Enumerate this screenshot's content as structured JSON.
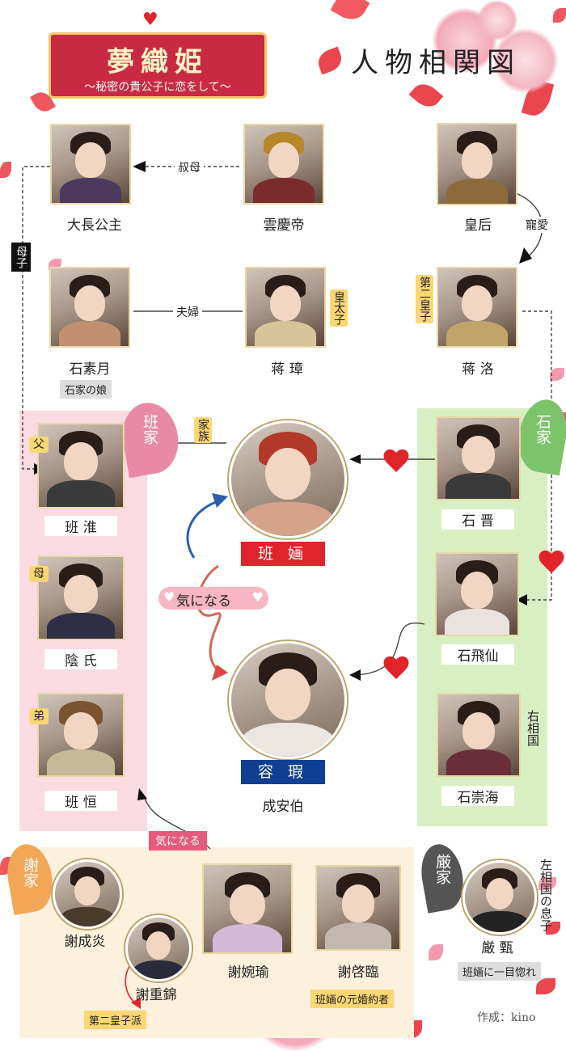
{
  "title": {
    "main": "夢織姫",
    "sub": "～秘密の貴公子に恋をして～"
  },
  "heading": "人物相関図",
  "credit": "作成：kino",
  "colors": {
    "red": "#e1242c",
    "blue": "#0e3f93",
    "pink_bg": "#fadbe1",
    "green_bg": "#d8efc4",
    "cream_bg": "#fdf0dc",
    "gold": "#fbd774"
  },
  "families": {
    "ban": "班家",
    "seki": "石家",
    "sha": "謝家",
    "gen": "厳家"
  },
  "characters": {
    "daichoukoushu": "大長公主",
    "unkeitei": "雲慶帝",
    "kougou": "皇后",
    "sekisogetsu": "石素月",
    "shoushou": "蒋 璋",
    "shouraku": "蒋 洛",
    "banwai": "班 淮",
    "inshi": "陰 氏",
    "bankou": "班 恒",
    "banben": "班 婳",
    "yoka": "容 瑕",
    "sekishin": "石 晋",
    "sekihisen": "石飛仙",
    "sekisuukai": "石崇海",
    "shaseien": "謝成炎",
    "shajuukin": "謝重錦",
    "shawanyu": "謝婉瑜",
    "shakeirin": "謝啓臨",
    "genshin": "厳 甄"
  },
  "labels": {
    "shukubo": "叔母",
    "boshi": "母子",
    "choai": "寵愛",
    "fufu": "夫婦",
    "kotaishi": "皇太子",
    "dainioji": "第二皇子",
    "sekike_musume": "石家の娘",
    "kazoku": "家族",
    "chichi": "父",
    "haha": "母",
    "otouto": "弟",
    "kininaru1": "気になる",
    "kininaru2": "気になる",
    "seianhaku": "成安伯",
    "usoukoku": "右相国",
    "sousoukoku_musuko": "左相国の息子",
    "hitomebore": "班婳に一目惚れ",
    "moto_konyakusha": "班婳の元婚約者",
    "dainiojiha": "第二皇子派"
  }
}
